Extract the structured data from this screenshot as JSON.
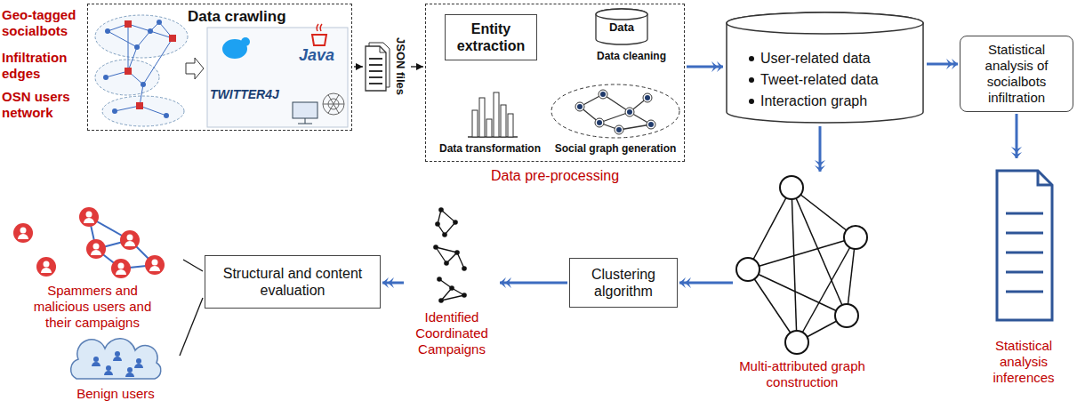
{
  "diagram": {
    "nodes": [
      {
        "text": [
          "Data crawling"
        ]
      },
      {
        "text": [
          "JSON files"
        ]
      },
      {
        "text": [
          "Data pre-processing"
        ]
      },
      {
        "text": [
          "Entity extraction"
        ],
        "in": 2
      },
      {
        "text": [
          "Data",
          "Data cleaning"
        ],
        "in": 2
      },
      {
        "text": [
          "Data transformation"
        ],
        "in": 2
      },
      {
        "text": [
          "Social graph generation"
        ],
        "in": 2
      },
      {
        "text": [
          "User-related data",
          "Tweet-related data",
          "Interaction graph"
        ]
      },
      {
        "text": [
          "Statistical analysis of socialbots infiltration"
        ]
      },
      {
        "text": [
          "Spammers and malicious users and their campaigns"
        ]
      },
      {
        "text": [
          "Structural and content evaluation"
        ]
      },
      {
        "text": [
          "Identified Coordinated Campaigns"
        ]
      },
      {
        "text": [
          "Clustering algorithm"
        ]
      },
      {
        "text": [
          "Multi-attributed graph construction"
        ]
      },
      {
        "text": [
          "Statistical analysis inferences"
        ]
      },
      {
        "text": [
          "Benign users"
        ]
      }
    ],
    "edges": [
      {
        "from": 0,
        "to": 1,
        "arrow": "to"
      },
      {
        "from": 1,
        "to": 2,
        "arrow": "to"
      },
      {
        "from": 2,
        "to": 7,
        "arrow": "to"
      },
      {
        "from": 7,
        "to": 8,
        "arrow": "to"
      },
      {
        "from": 7,
        "to": 13,
        "arrow": "to"
      },
      {
        "from": 8,
        "to": 14,
        "arrow": "to"
      },
      {
        "from": 13,
        "to": 12,
        "arrow": "to"
      },
      {
        "from": 12,
        "to": 11,
        "arrow": "to"
      },
      {
        "from": 11,
        "to": 10,
        "arrow": "to"
      },
      {
        "from": 10,
        "to": 9,
        "arrow": "none"
      },
      {
        "from": 10,
        "to": 15,
        "arrow": "none"
      }
    ],
    "labels": [
      "Geo-tagged socialbots",
      "Infiltration edges",
      "OSN users network",
      "Java",
      "TWITTER4J"
    ]
  }
}
